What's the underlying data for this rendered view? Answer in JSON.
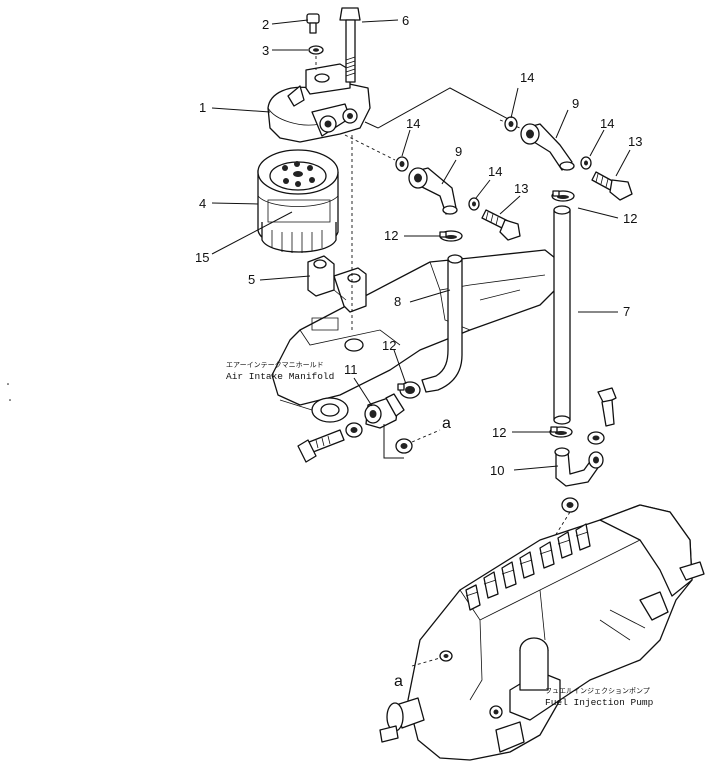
{
  "callouts": {
    "n1": "1",
    "n2": "2",
    "n3": "3",
    "n4": "4",
    "n5": "5",
    "n6": "6",
    "n7": "7",
    "n8": "8",
    "n9a": "9",
    "n9b": "9",
    "n10": "10",
    "n11": "11",
    "n12a": "12",
    "n12b": "12",
    "n12c": "12",
    "n12d": "12",
    "n13a": "13",
    "n13b": "13",
    "n14a": "14",
    "n14b": "14",
    "n14c": "14",
    "n14d": "14",
    "n15": "15"
  },
  "connection_marks": {
    "a1": "a",
    "a2": "a"
  },
  "labels": {
    "manifold_jp": "エアーインテークマニホールド",
    "manifold_en": "Air Intake Manifold",
    "pump_jp": "フュエルインジェクションポンプ",
    "pump_en": "Fuel Injection Pump"
  }
}
